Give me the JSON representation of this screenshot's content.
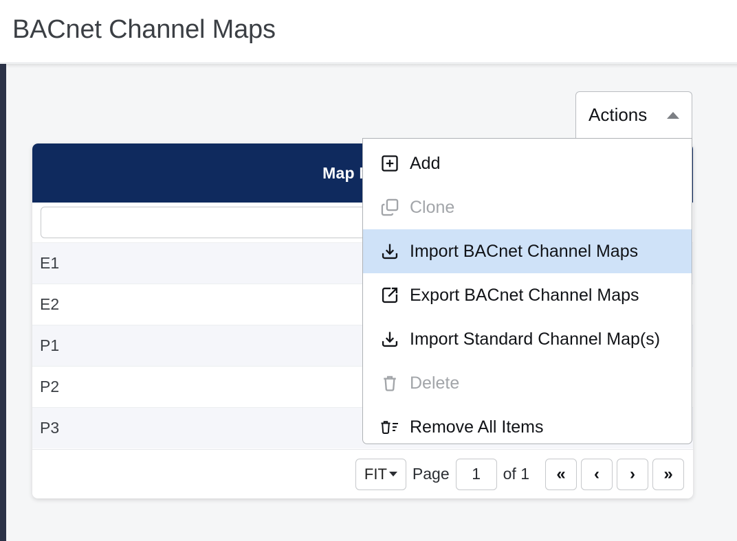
{
  "header": {
    "title": "BACnet Channel Maps"
  },
  "toolbar": {
    "actions_label": "Actions",
    "caret_icon": "caret-up-icon"
  },
  "menu": {
    "items": [
      {
        "label": "Add",
        "icon": "plus-square-icon",
        "disabled": false,
        "highlighted": false
      },
      {
        "label": "Clone",
        "icon": "copy-icon",
        "disabled": true,
        "highlighted": false
      },
      {
        "label": "Import BACnet Channel Maps",
        "icon": "import-icon",
        "disabled": false,
        "highlighted": true
      },
      {
        "label": "Export BACnet Channel Maps",
        "icon": "export-icon",
        "disabled": false,
        "highlighted": false
      },
      {
        "label": "Import Standard Channel Map(s)",
        "icon": "import-icon",
        "disabled": false,
        "highlighted": false
      },
      {
        "label": "Delete",
        "icon": "trash-icon",
        "disabled": true,
        "highlighted": false
      },
      {
        "label": "Remove All Items",
        "icon": "trash-list-icon",
        "disabled": false,
        "highlighted": false
      }
    ]
  },
  "grid": {
    "columns": [
      "Map Name"
    ],
    "filter_value": "",
    "filter_placeholder": "",
    "rows": [
      {
        "map_name": "E1"
      },
      {
        "map_name": "E2"
      },
      {
        "map_name": "P1"
      },
      {
        "map_name": "P2"
      },
      {
        "map_name": "P3"
      }
    ]
  },
  "pagination": {
    "page_size_value": "FIT",
    "page_label": "Page",
    "page_value": "1",
    "of_label": "of 1",
    "first_label": "«",
    "prev_label": "‹",
    "next_label": "›",
    "last_label": "»"
  },
  "colors": {
    "header_navy": "#0f2a5e",
    "rail_navy": "#2b3247",
    "highlight_blue": "#cfe2f8",
    "page_bg": "#f5f6f7",
    "disabled_text": "#a2a5a9"
  }
}
